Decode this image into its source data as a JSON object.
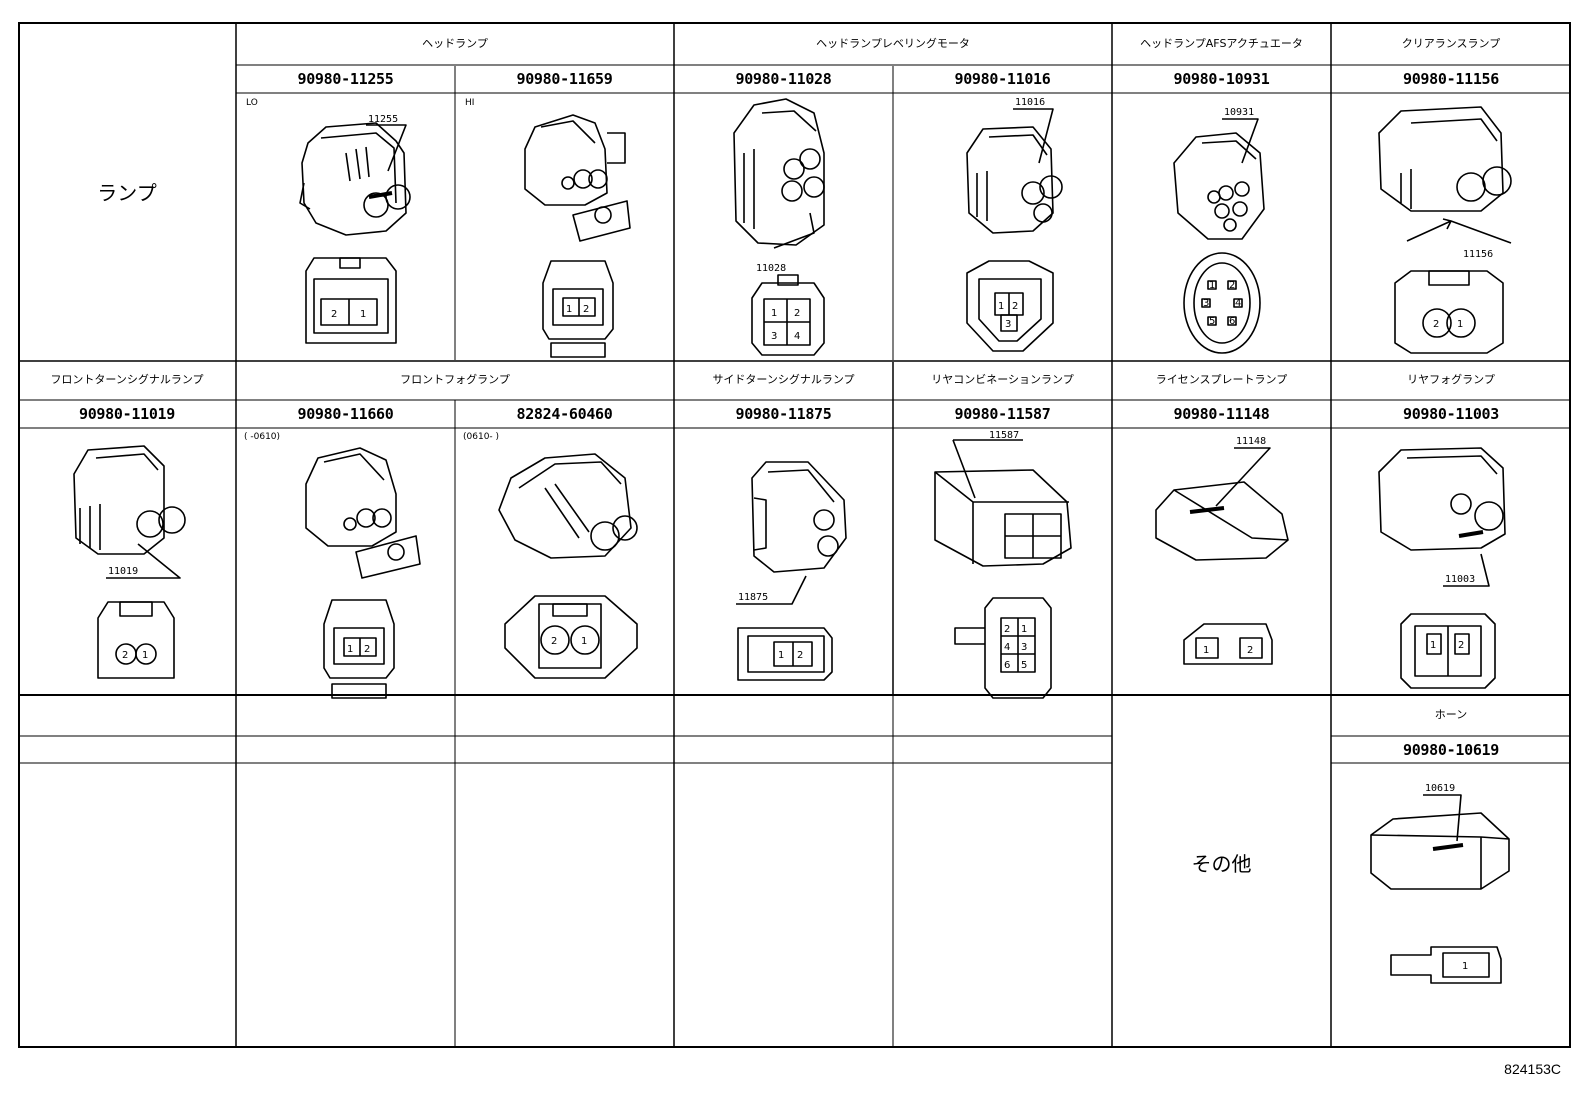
{
  "category_lamp": "ランプ",
  "category_other": "その他",
  "diagram_id": "824153C",
  "row1": {
    "groups": [
      "ヘッドランプ",
      "ヘッドランプレベリングモータ",
      "ヘッドランプAFSアクチュエータ",
      "クリアランスランプ"
    ],
    "parts": [
      "90980-11255",
      "90980-11659",
      "90980-11028",
      "90980-11016",
      "90980-10931",
      "90980-11156"
    ],
    "notes": [
      "LO",
      "HI"
    ],
    "callouts": [
      "11255",
      "11028",
      "11016",
      "10931",
      "11156"
    ]
  },
  "row2": {
    "groups": [
      "フロントターンシグナルランプ",
      "フロントフォグランプ",
      "サイドターンシグナルランプ",
      "リヤコンビネーションランプ",
      "ライセンスプレートランプ",
      "リヤフォグランプ"
    ],
    "parts": [
      "90980-11019",
      "90980-11660",
      "82824-60460",
      "90980-11875",
      "90980-11587",
      "90980-11148",
      "90980-11003"
    ],
    "notes": [
      "(      -0610)",
      "(0610-      )"
    ],
    "callouts": [
      "11019",
      "11875",
      "11587",
      "11148",
      "11003"
    ]
  },
  "row3": {
    "groups": [
      "ホーン"
    ],
    "parts": [
      "90980-10619"
    ],
    "callouts": [
      "10619"
    ]
  },
  "pins": {
    "c11255": [
      "2",
      "1"
    ],
    "c11659": [
      "1",
      "2"
    ],
    "c11028": [
      "1",
      "2",
      "3",
      "4"
    ],
    "c11016": [
      "1",
      "2",
      "3"
    ],
    "c10931": [
      "1",
      "2",
      "3",
      "4",
      "5",
      "6"
    ],
    "c11156": [
      "2",
      "1"
    ],
    "c11019": [
      "2",
      "1"
    ],
    "c11660": [
      "1",
      "2"
    ],
    "c60460": [
      "2",
      "1"
    ],
    "c11875": [
      "1",
      "2"
    ],
    "c11587": [
      "2",
      "1",
      "4",
      "3",
      "6",
      "5"
    ],
    "c11148": [
      "1",
      "2"
    ],
    "c11003": [
      "1",
      "2"
    ],
    "c10619": [
      "1"
    ]
  }
}
